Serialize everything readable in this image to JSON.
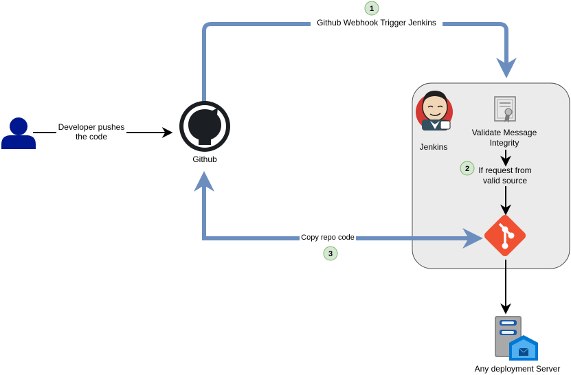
{
  "labels": {
    "developer_line1": "Developer pushes",
    "developer_line2": "the code",
    "github": "Github",
    "webhook": "Github Webhook Trigger Jenkins",
    "jenkins": "Jenkins",
    "validate_line1": "Validate Message",
    "validate_line2": "Integrity",
    "valid_line1": "If request from",
    "valid_line2": "valid source",
    "copy_repo": "Copy repo code",
    "deployment": "Any deployment Server"
  },
  "steps": {
    "step1": "1",
    "step2": "2",
    "step3": "3"
  },
  "icons": {
    "user": "user-icon",
    "github": "github-icon",
    "jenkins": "jenkins-icon",
    "certificate": "certificate-icon",
    "git": "git-icon",
    "server": "server-icon"
  },
  "colors": {
    "flow_arrow": "#6c8ebf",
    "user": "#00188f",
    "github": "#1b1f23",
    "git": "#f05133",
    "badge_fill": "#d5e8d4",
    "badge_stroke": "#82b366",
    "container_fill": "#ebebeb",
    "container_stroke": "#4d4d4d"
  }
}
